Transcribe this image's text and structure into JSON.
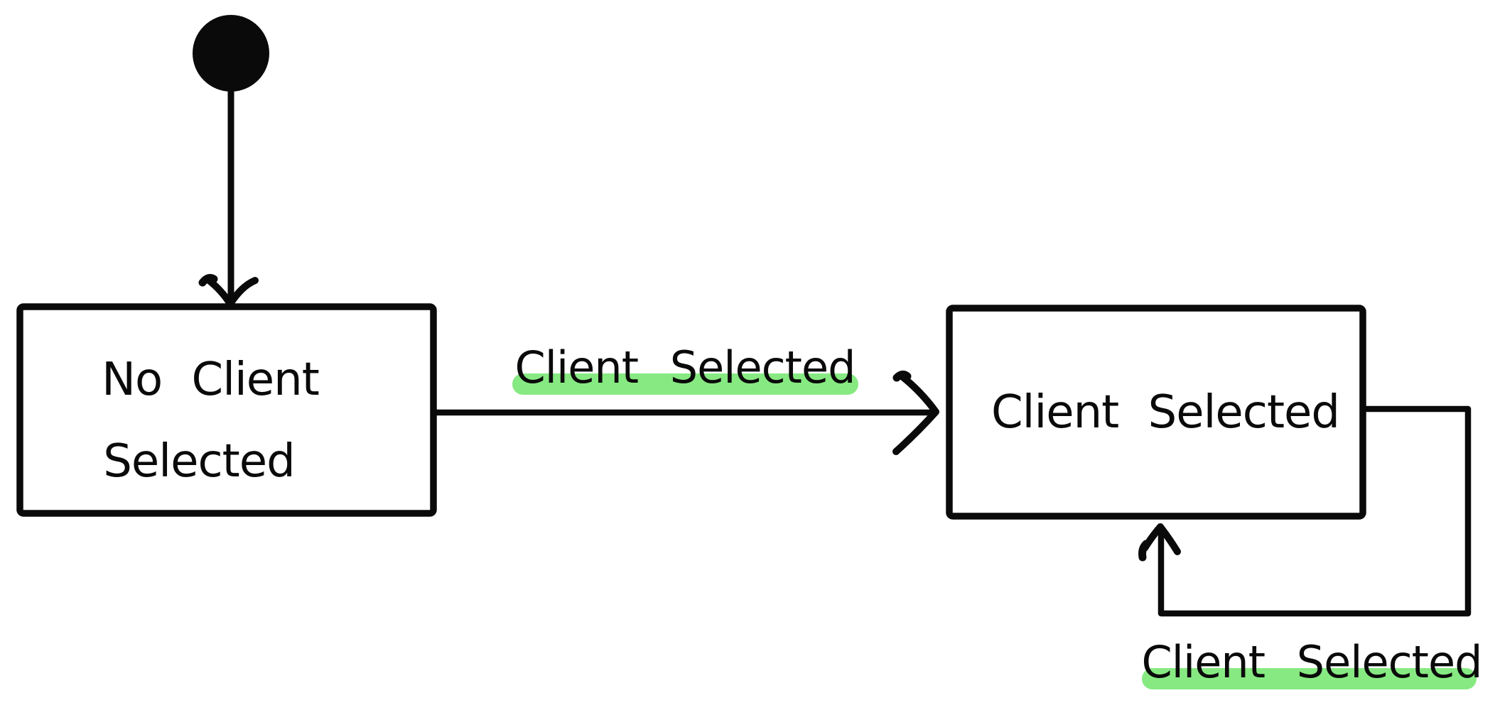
{
  "diagram": {
    "type": "uml-state-diagram",
    "style": "hand-drawn",
    "background_color": "#ffffff",
    "stroke_color": "#0a0a0a",
    "highlight_color": "#87e982",
    "initial_state": {
      "shape": "filled-circle"
    },
    "states": [
      {
        "id": "no-client-selected",
        "label": "No Client Selected",
        "label_lines": [
          "No Client",
          "Selected"
        ]
      },
      {
        "id": "client-selected",
        "label": "Client Selected",
        "label_lines": [
          "Client Selected"
        ]
      }
    ],
    "transitions": [
      {
        "from": "initial",
        "to": "no-client-selected",
        "label": "",
        "highlighted": false
      },
      {
        "from": "no-client-selected",
        "to": "client-selected",
        "label": "Client Selected",
        "highlighted": true
      },
      {
        "from": "client-selected",
        "to": "client-selected",
        "label": "Client Selected",
        "highlighted": true,
        "kind": "self-loop"
      }
    ]
  }
}
